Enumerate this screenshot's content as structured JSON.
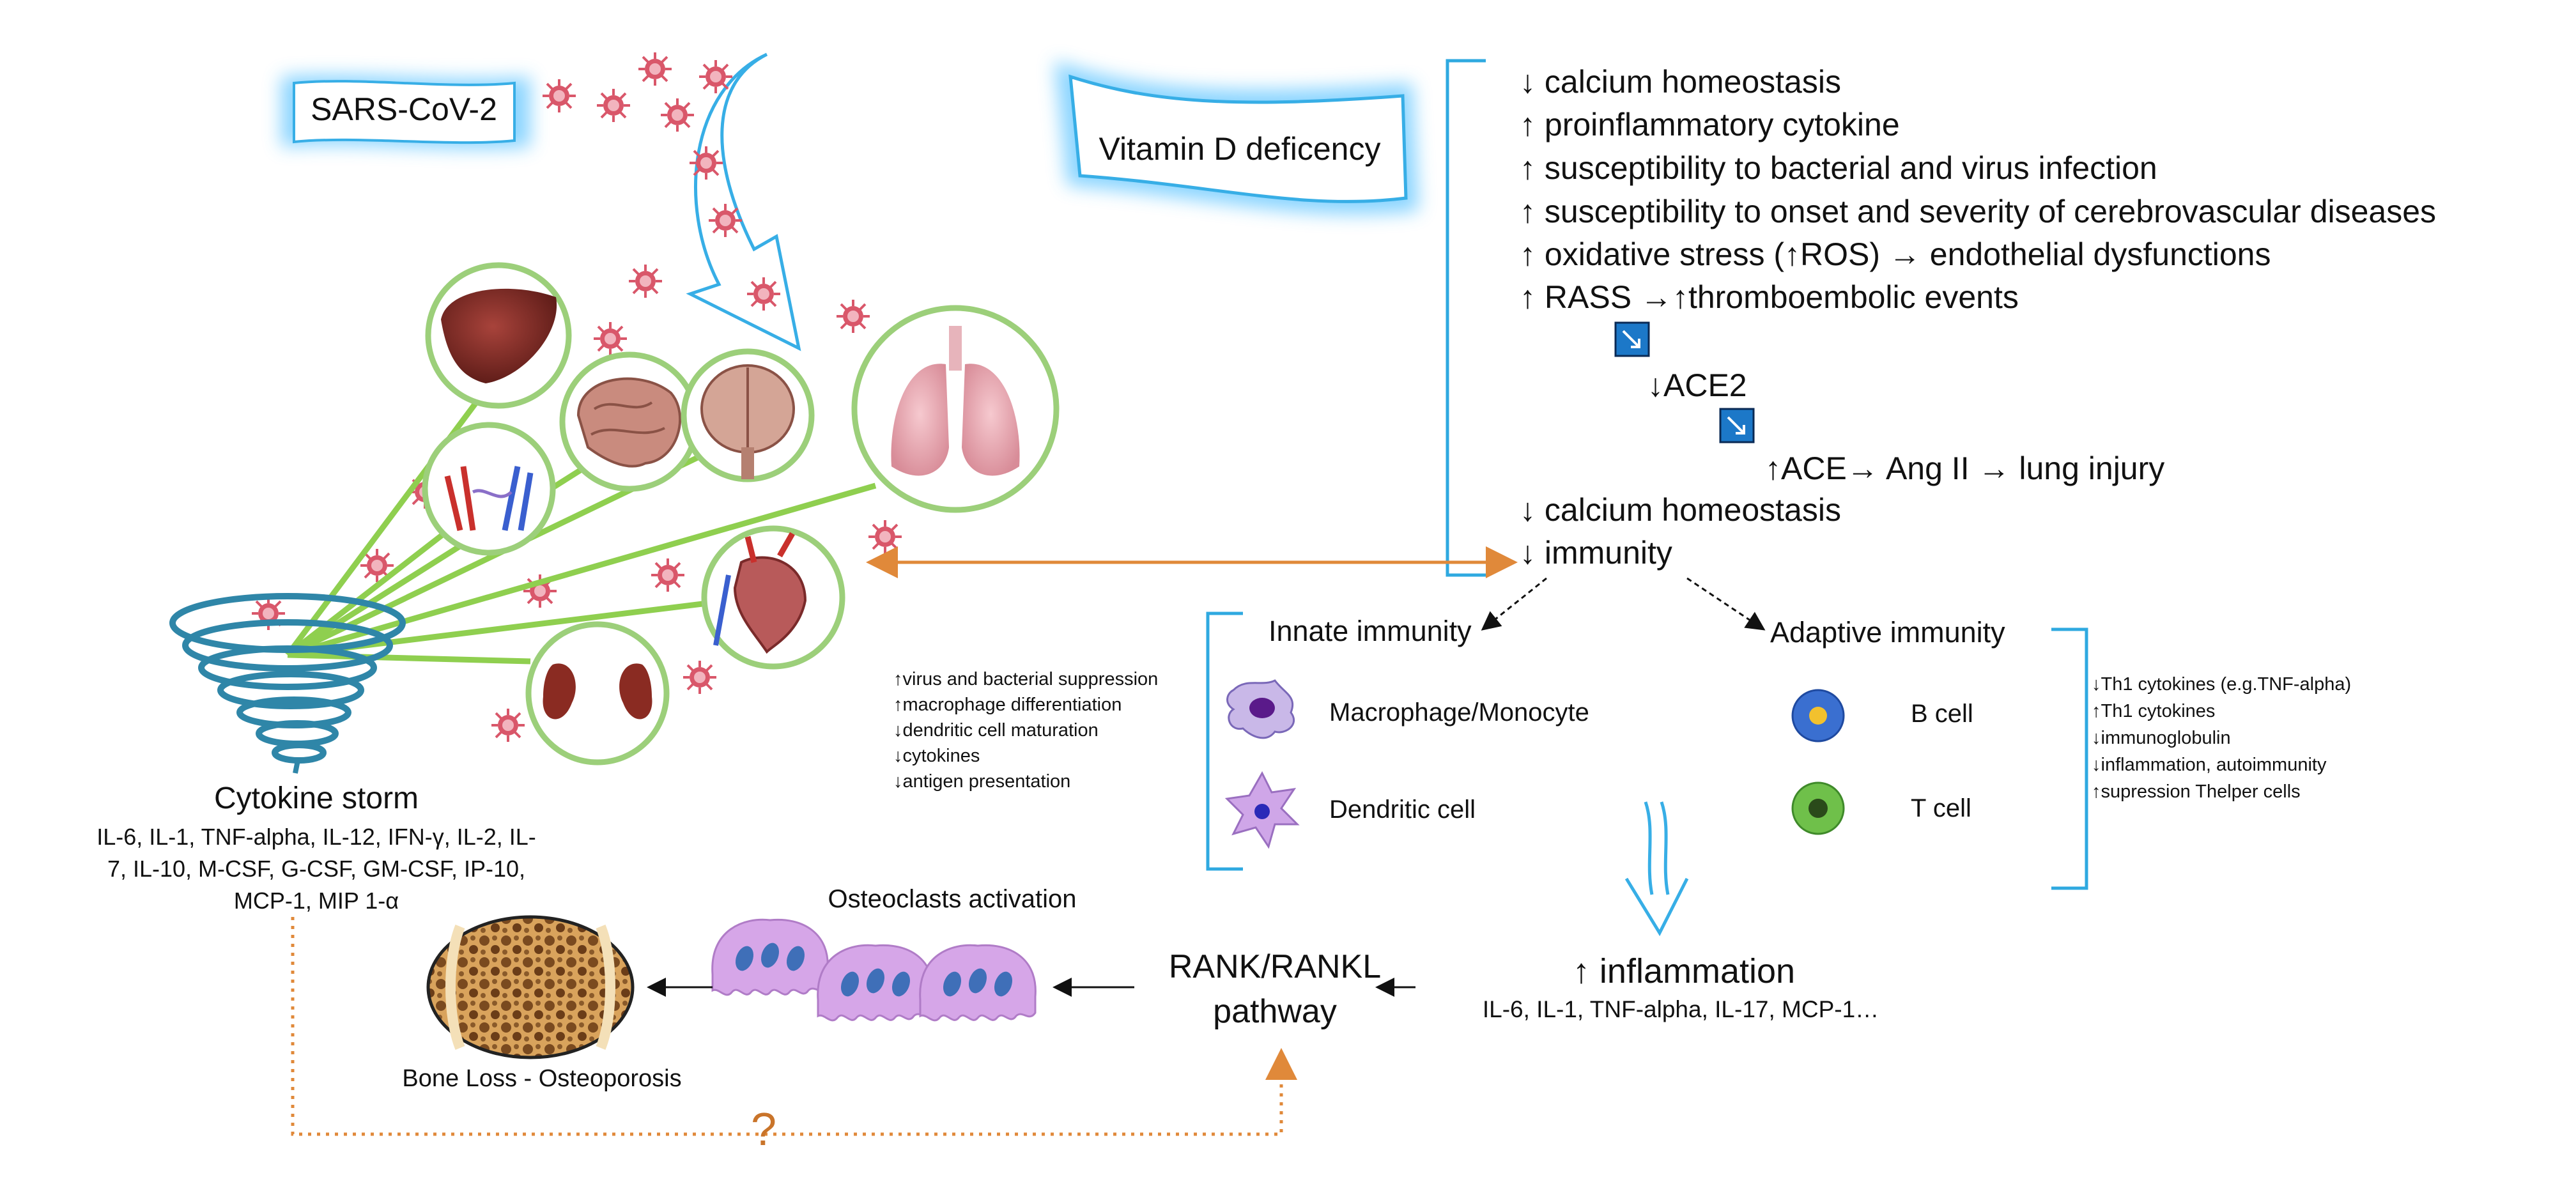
{
  "sars": {
    "label": "SARS-CoV-2"
  },
  "vitd": {
    "label": "Vitamin D deficency"
  },
  "effects": [
    "↓ calcium homeostasis",
    "↑ proinflammatory cytokine",
    "↑ susceptibility to bacterial and virus infection",
    "↑ susceptibility to onset and severity of cerebrovascular diseases",
    "↑ oxidative stress (↑ROS) → endothelial dysfunctions",
    "↑  RASS →↑thromboembolic events"
  ],
  "ace2": "↓ACE2",
  "ace": "↑ACE→ Ang II → lung injury",
  "effects2": [
    "↓ calcium homeostasis",
    "↓ immunity"
  ],
  "innate": {
    "title": "Innate immunity",
    "macrophage": "Macrophage/Monocyte",
    "dendritic": "Dendritic cell",
    "notes": [
      "↑virus and bacterial suppression",
      "↑macrophage differentiation",
      "↓dendritic cell maturation",
      "↓cytokines",
      "↓antigen presentation"
    ]
  },
  "adaptive": {
    "title": "Adaptive immunity",
    "bcell": "B cell",
    "tcell": "T cell",
    "notes": [
      "↓Th1 cytokines (e.g.TNF-alpha)",
      "↑Th1 cytokines",
      "↓immunoglobulin",
      "↓inflammation, autoimmunity",
      "↑supression Thelper cells"
    ]
  },
  "storm": {
    "title": "Cytokine storm",
    "lines": [
      "IL-6, IL-1, TNF-alpha, IL-12, IFN-γ, IL-2, IL-",
      "7, IL-10, M-CSF, G-CSF, GM-CSF, IP-10,",
      "MCP-1, MIP 1-α"
    ]
  },
  "inflammation": {
    "title": "↑ inflammation",
    "sub": "IL-6, IL-1, TNF-alpha, IL-17, MCP-1…"
  },
  "rank": {
    "line1": "RANK/RANKL",
    "line2": "pathway"
  },
  "osteo": {
    "title": "Osteoclasts activation"
  },
  "bone": {
    "label": "Bone Loss - Osteoporosis"
  },
  "question": "?",
  "colors": {
    "bracket": "#2fa9e0",
    "organ_ring": "#9ccf7a",
    "beam": "#8fcf4f",
    "orange": "#e0893a",
    "arrow_blue": "#37aee6",
    "virus": "#d9576a",
    "osteoclast": "#d6a6e8"
  }
}
